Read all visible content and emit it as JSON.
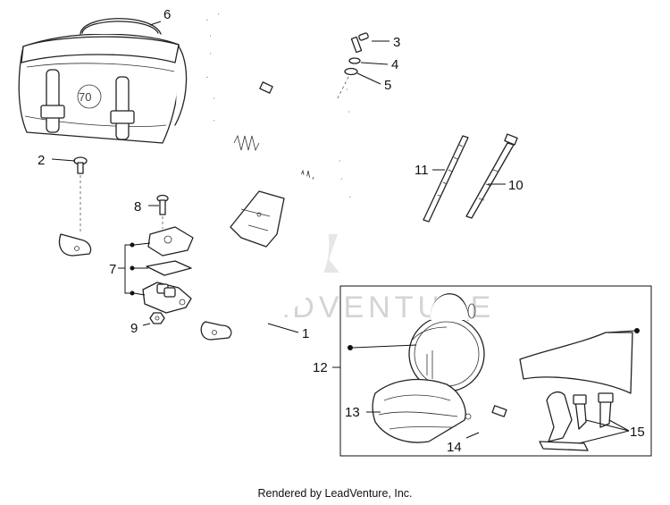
{
  "watermark": "LEADVENTURE",
  "footer": "Rendered by LeadVenture, Inc.",
  "callouts": {
    "c1": "1",
    "c2": "2",
    "c3": "3",
    "c4": "4",
    "c5": "5",
    "c6": "6",
    "c7": "7",
    "c8": "8",
    "c9": "9",
    "c10": "10",
    "c11": "11",
    "c12": "12",
    "c13": "13",
    "c14": "14",
    "c15": "15"
  },
  "bag_logo": "70"
}
